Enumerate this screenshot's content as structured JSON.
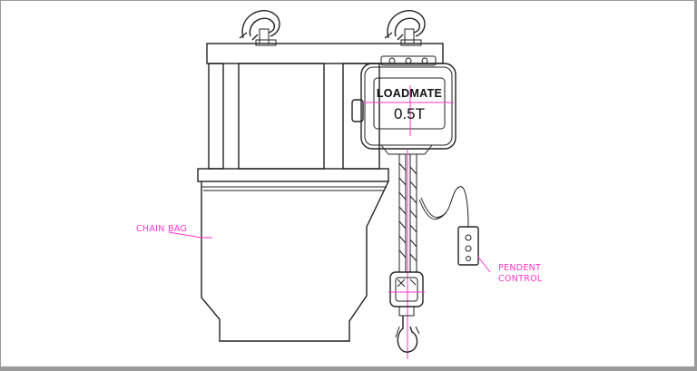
{
  "hoist": {
    "brand": "LOADMATE",
    "capacity": "0.5T"
  },
  "labels": {
    "chain_bag": "CHAIN BAG",
    "pendent_control_line1": "PENDENT",
    "pendent_control_line2": "CONTROL"
  },
  "colors": {
    "line": "#222222",
    "annotation": "#ff33cc",
    "frame": "#9a9a9a"
  }
}
